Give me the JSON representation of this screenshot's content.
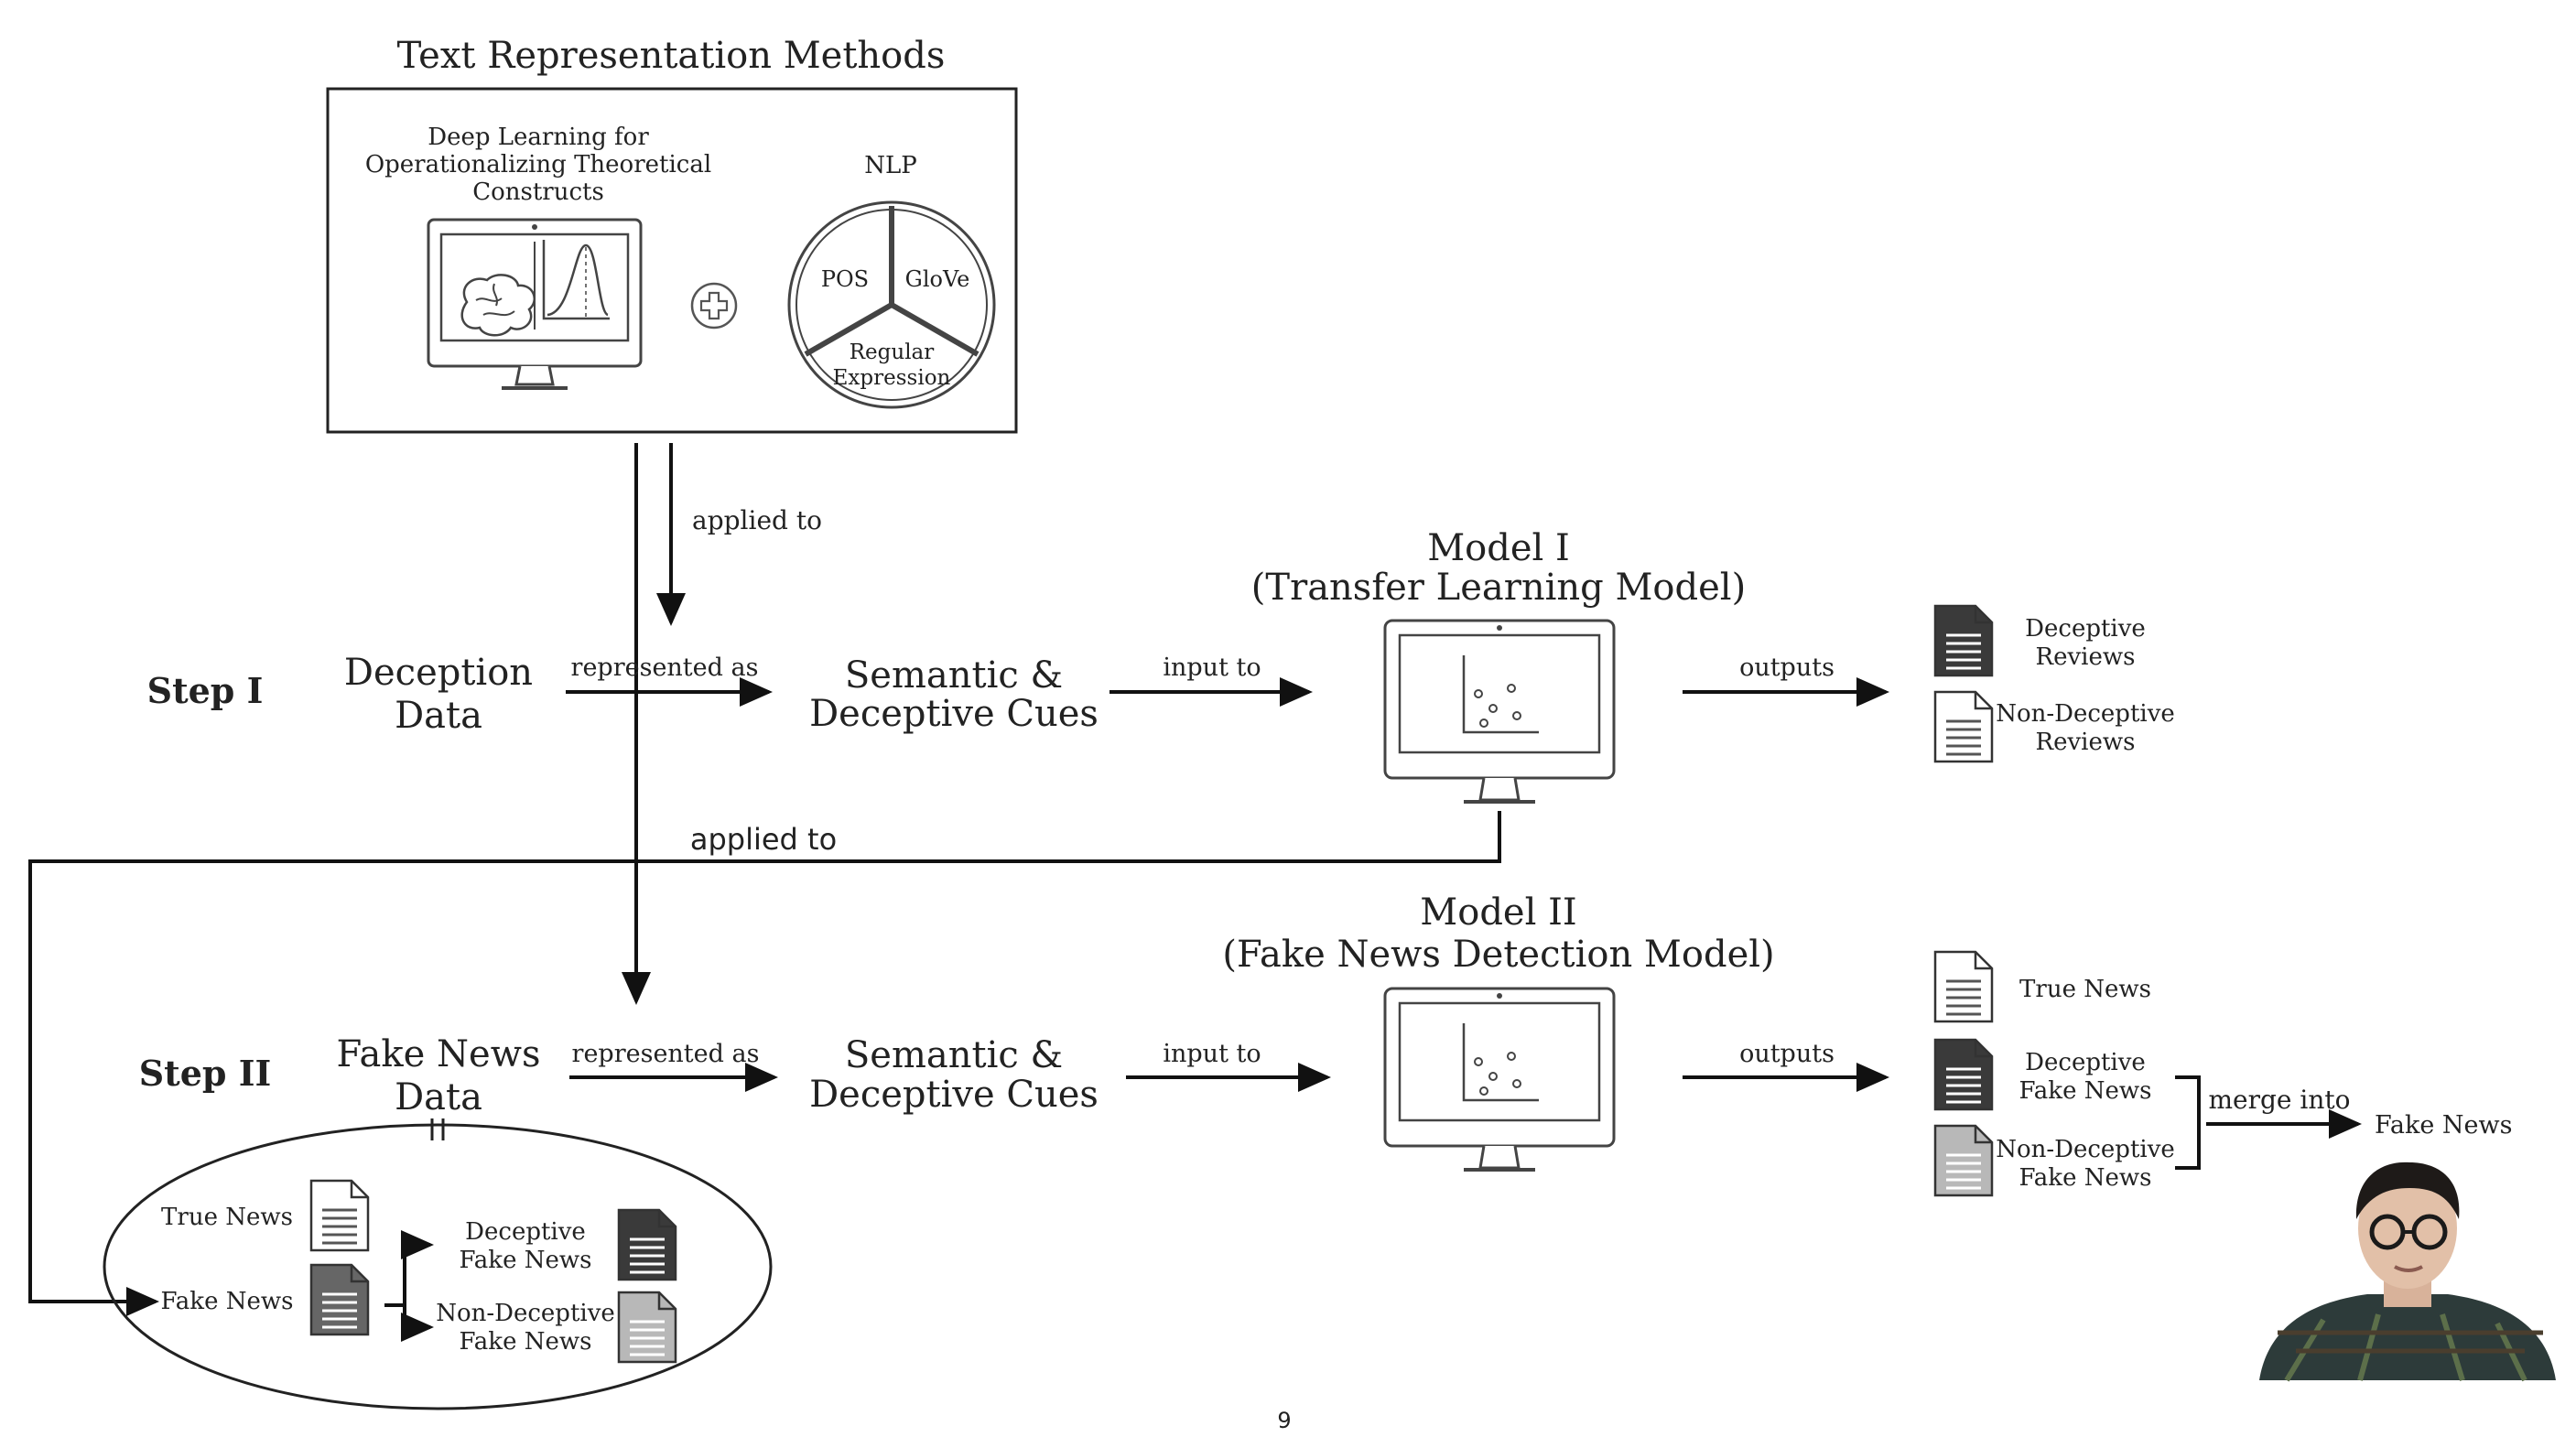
{
  "top_box": {
    "title": "Text Representation Methods",
    "dl_title_1": "Deep Learning for",
    "dl_title_2": "Operationalizing Theoretical",
    "dl_title_3": "Constructs",
    "nlp_title": "NLP",
    "pie_pos": "POS",
    "pie_glove": "GloVe",
    "pie_regex_1": "Regular",
    "pie_regex_2": "Expression"
  },
  "labels": {
    "applied_to_top": "applied to",
    "applied_to_mid": "applied to",
    "represented_as_1": "represented as",
    "represented_as_2": "represented as",
    "input_to_1": "input to",
    "input_to_2": "input to",
    "outputs_1": "outputs",
    "outputs_2": "outputs",
    "merge_into": "merge into",
    "merge_result": "Fake News"
  },
  "step1": {
    "step_label": "Step I",
    "data_1": "Deception",
    "data_2": "Data",
    "cues_1": "Semantic &",
    "cues_2": "Deceptive Cues",
    "model_1": "Model I",
    "model_2": "(Transfer Learning Model)",
    "out_deceptive_1": "Deceptive",
    "out_deceptive_2": "Reviews",
    "out_nondeceptive_1": "Non-Deceptive",
    "out_nondeceptive_2": "Reviews"
  },
  "step2": {
    "step_label": "Step II",
    "data_1": "Fake News",
    "data_2": "Data",
    "cues_1": "Semantic &",
    "cues_2": "Deceptive Cues",
    "model_1": "Model II",
    "model_2": "(Fake News Detection Model)",
    "out_true": "True News",
    "out_deceptive_1": "Deceptive",
    "out_deceptive_2": "Fake News",
    "out_nondeceptive_1": "Non-Deceptive",
    "out_nondeceptive_2": "Fake News"
  },
  "ellipse": {
    "true_news": "True News",
    "fake_news": "Fake News",
    "deceptive_1": "Deceptive",
    "deceptive_2": "Fake News",
    "nondeceptive_1": "Non-Deceptive",
    "nondeceptive_2": "Fake News"
  },
  "page_number": "9",
  "icons": [
    "monitor-icon",
    "brain-icon",
    "bell-curve-icon",
    "plus-circle-icon",
    "pie-chart-icon",
    "scatter-plot-icon",
    "document-icon",
    "presenter-video"
  ],
  "colors": {
    "doc_dark": "#3a3a3a",
    "doc_gray": "#b8b8b8",
    "doc_light": "#ffffff",
    "line": "#111111"
  }
}
